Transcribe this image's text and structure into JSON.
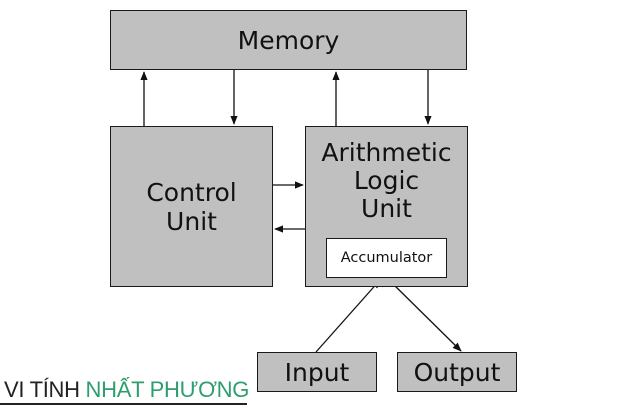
{
  "blocks": {
    "memory": "Memory",
    "control_unit": "Control\nUnit",
    "alu": "Arithmetic\nLogic\nUnit",
    "accumulator": "Accumulator",
    "input": "Input",
    "output": "Output"
  },
  "watermark": {
    "part1": "VI TÍNH ",
    "part2": "NHẤT PHƯƠNG",
    "color_text": "#222222",
    "color_brand": "#2e9e6e"
  },
  "colors": {
    "box_fill": "#c0c0c0",
    "accumulator_fill": "#ffffff",
    "stroke": "#1a1a1a"
  }
}
